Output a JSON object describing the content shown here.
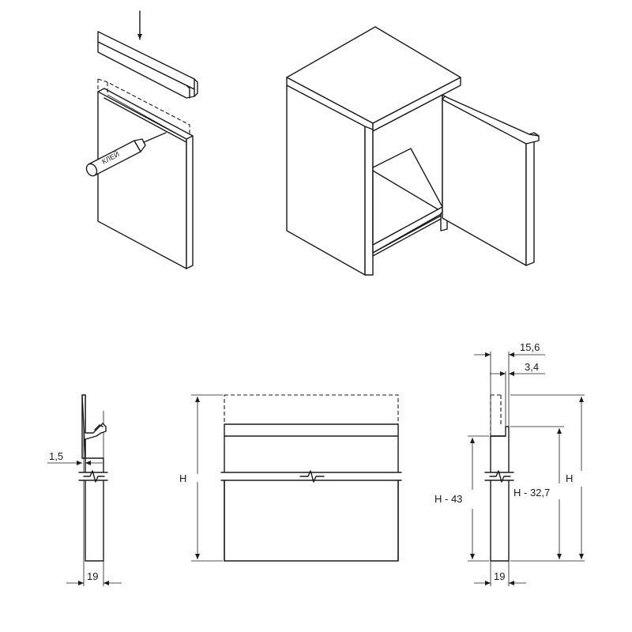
{
  "labels": {
    "glue": "КЛЕЙ",
    "height_left": "H",
    "height_right": "H",
    "gap": "1,5",
    "thickness_left": "19",
    "thickness_right": "19",
    "profile_width": "15,6",
    "profile_offset": "3,4",
    "h_minus_43": "H - 43",
    "h_minus_32_7": "H - 32,7"
  }
}
